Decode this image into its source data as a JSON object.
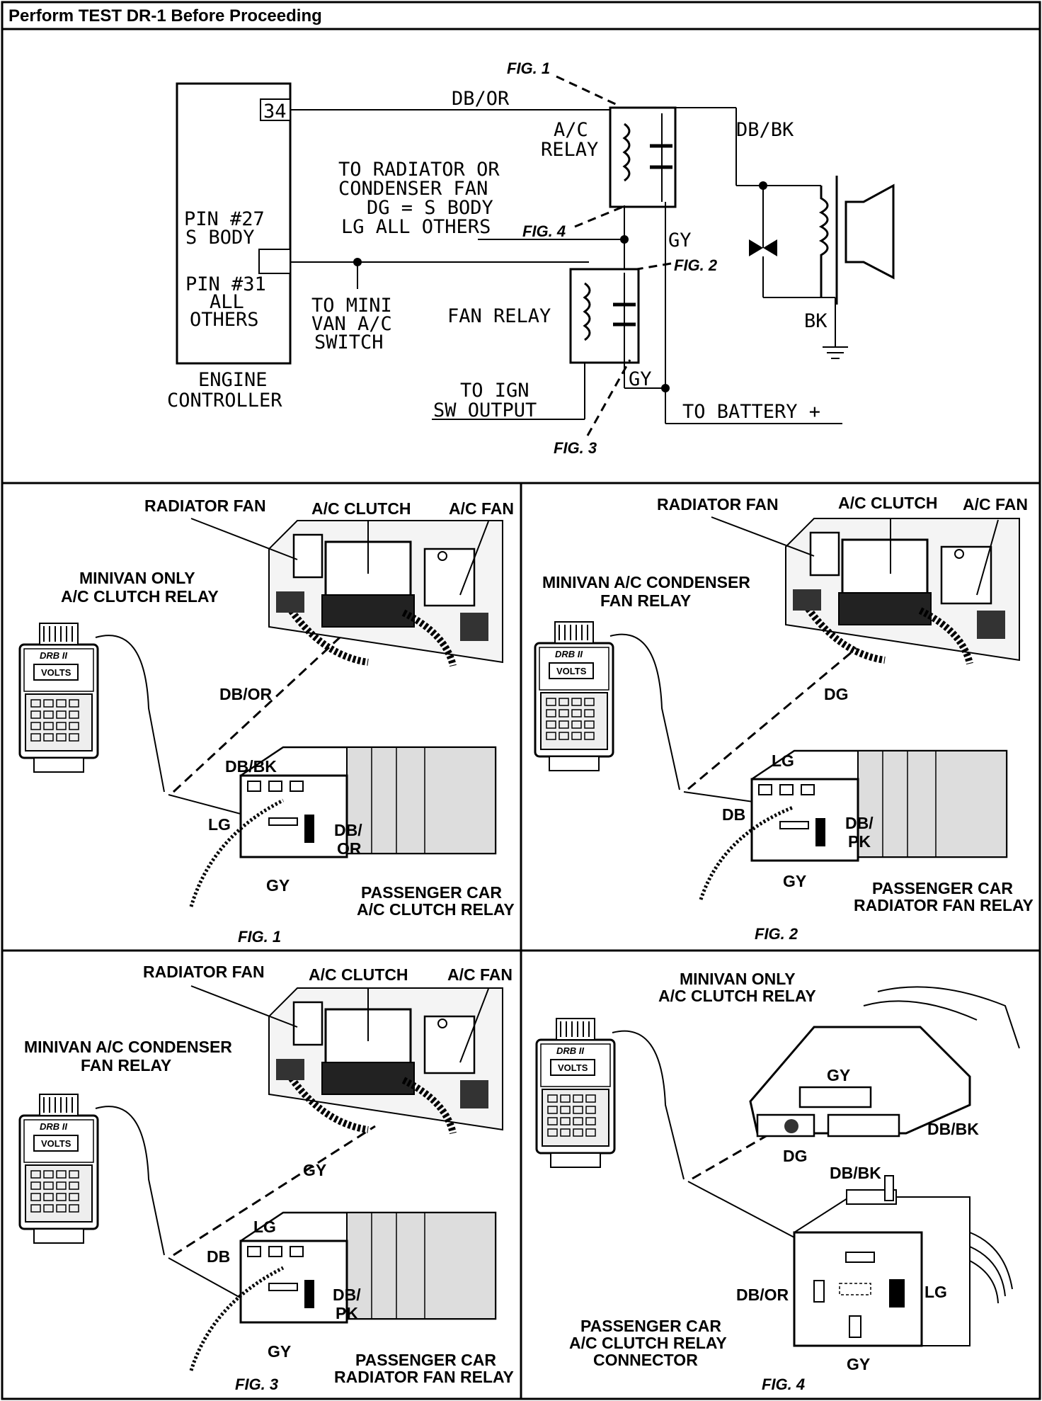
{
  "header": {
    "title": "Perform TEST DR-1 Before Proceeding"
  },
  "schematic": {
    "pin34": "34",
    "wire_top": "DB/OR",
    "wire_right": "DB/BK",
    "wire_gy1": "GY",
    "wire_gy2": "GY",
    "wire_bk": "BK",
    "fig1": "FIG. 1",
    "fig2": "FIG. 2",
    "fig3": "FIG. 3",
    "fig4": "FIG. 4",
    "ac_relay": [
      "A/C",
      "RELAY"
    ],
    "radiator_note": [
      "TO RADIATOR OR",
      "CONDENSER FAN",
      "DG = S BODY",
      "LG ALL OTHERS"
    ],
    "pin27": [
      "PIN #27",
      "S BODY"
    ],
    "pin31": [
      "PIN #31",
      "ALL",
      "OTHERS"
    ],
    "engine_controller": [
      "ENGINE",
      "CONTROLLER"
    ],
    "minivan_switch": [
      "TO MINI",
      "VAN A/C",
      "SWITCH"
    ],
    "fan_relay": "FAN RELAY",
    "ign": [
      "TO IGN",
      "SW OUTPUT"
    ],
    "battery": "TO BATTERY +"
  },
  "panels": [
    {
      "fig": "FIG. 1",
      "radiator_fan": "RADIATOR FAN",
      "ac_clutch": "A/C CLUTCH",
      "ac_fan": "A/C FAN",
      "relay_note": [
        "MINIVAN ONLY",
        "A/C CLUTCH RELAY"
      ],
      "probe_wire": "DB/OR",
      "wires": [
        "DB/BK",
        "LG",
        "GY"
      ],
      "cavity": [
        "DB/",
        "OR"
      ],
      "caption": [
        "PASSENGER CAR",
        "A/C CLUTCH RELAY"
      ]
    },
    {
      "fig": "FIG. 2",
      "radiator_fan": "RADIATOR FAN",
      "ac_clutch": "A/C CLUTCH",
      "ac_fan": "A/C FAN",
      "relay_note": [
        "MINIVAN A/C CONDENSER",
        "FAN RELAY"
      ],
      "probe_wire": "DG",
      "wires": [
        "LG",
        "DB",
        "GY"
      ],
      "cavity": [
        "DB/",
        "PK"
      ],
      "caption": [
        "PASSENGER CAR",
        "RADIATOR FAN RELAY"
      ]
    },
    {
      "fig": "FIG. 3",
      "radiator_fan": "RADIATOR FAN",
      "ac_clutch": "A/C CLUTCH",
      "ac_fan": "A/C FAN",
      "relay_note": [
        "MINIVAN A/C CONDENSER",
        "FAN RELAY"
      ],
      "probe_wire": "GY",
      "wires": [
        "LG",
        "DB",
        "GY"
      ],
      "cavity": [
        "DB/",
        "PK"
      ],
      "caption": [
        "PASSENGER CAR",
        "RADIATOR FAN RELAY"
      ]
    },
    {
      "fig": "FIG. 4",
      "relay_note": [
        "MINIVAN ONLY",
        "A/C CLUTCH RELAY"
      ],
      "top_conn": [
        "GY",
        "DB/BK",
        "DG"
      ],
      "bottom_conn": [
        "DB/BK",
        "DB/OR",
        "LG",
        "GY"
      ],
      "caption": [
        "PASSENGER CAR",
        "A/C CLUTCH RELAY",
        "CONNECTOR"
      ]
    }
  ],
  "tester": {
    "brand": "DRB II",
    "display": "VOLTS"
  }
}
